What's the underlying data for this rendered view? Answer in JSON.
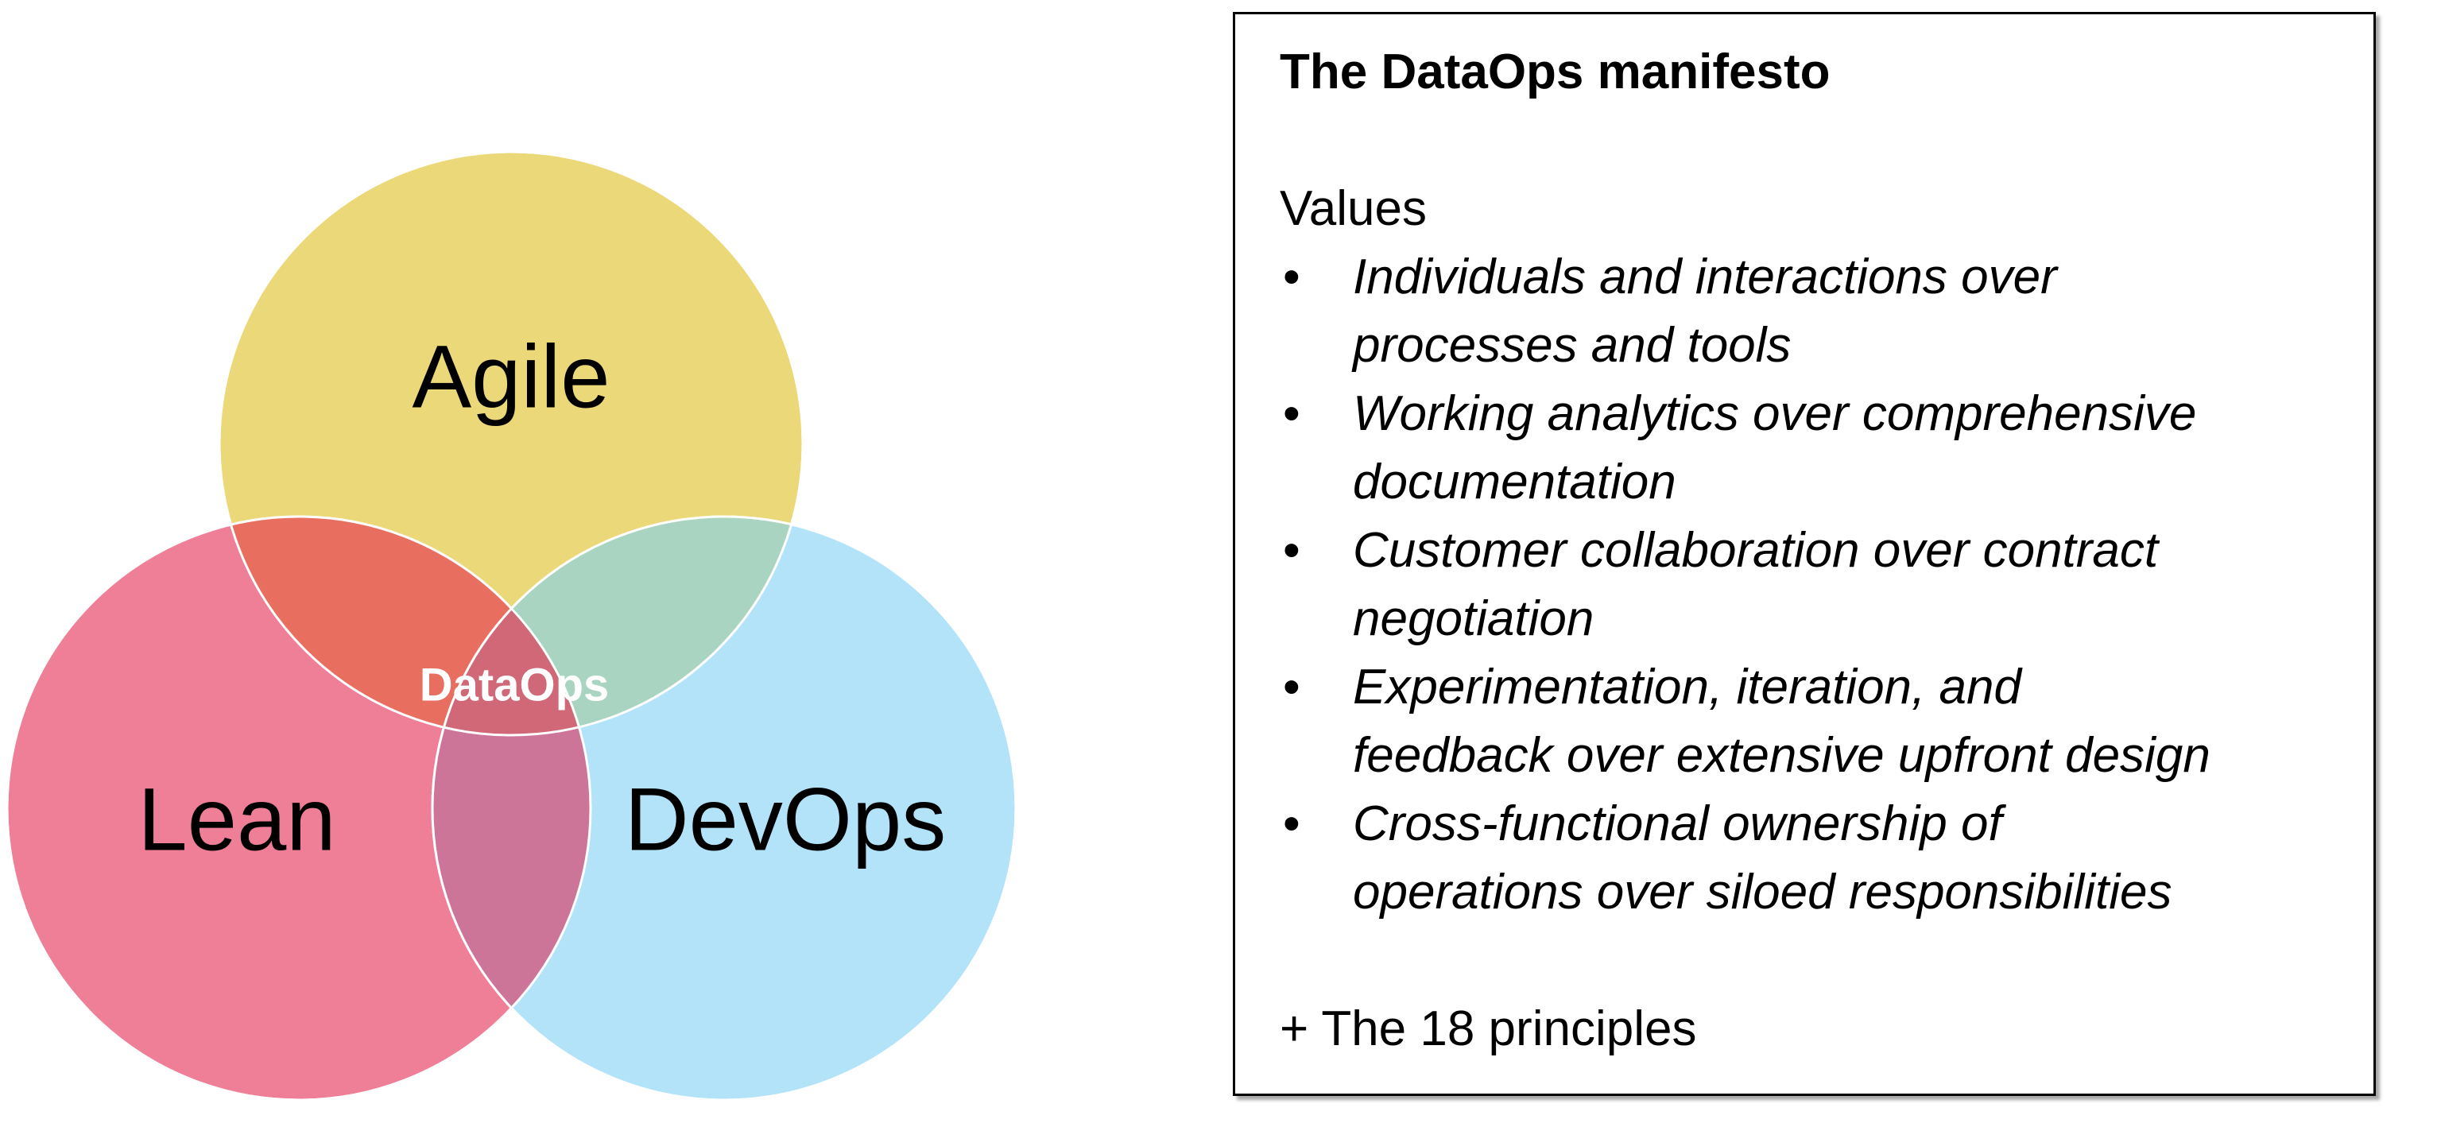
{
  "venn": {
    "circles": [
      {
        "label": "Agile",
        "color": "#ebd878"
      },
      {
        "label": "Lean",
        "color": "#ef7e97"
      },
      {
        "label": "DevOps",
        "color": "#b2e3f8"
      }
    ],
    "overlaps": {
      "agile_lean": "#e86e60",
      "agile_devops": "#a9d4c1",
      "lean_devops": "#cd7499",
      "all": "#d06878"
    },
    "center_label": "DataOps"
  },
  "manifesto": {
    "title": "The DataOps manifesto",
    "values_heading": "Values",
    "bullet_glyph": "•",
    "values": [
      [
        "Individuals and interactions over",
        "processes and tools"
      ],
      [
        "Working analytics over comprehensive",
        "documentation"
      ],
      [
        "Customer collaboration over contract",
        "negotiation"
      ],
      [
        "Experimentation, iteration, and",
        "feedback over extensive upfront design"
      ],
      [
        "Cross-functional ownership of",
        "operations over siloed responsibilities"
      ]
    ],
    "principles": "+ The 18 principles"
  }
}
